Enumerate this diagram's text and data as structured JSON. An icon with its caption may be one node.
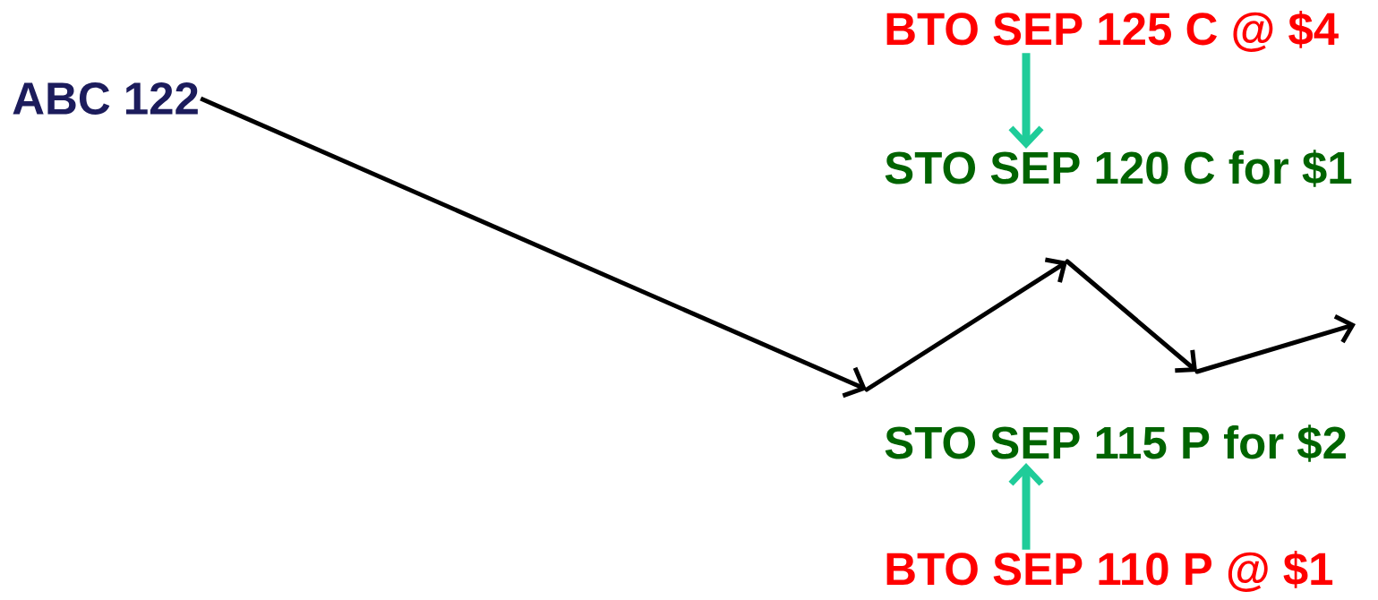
{
  "diagram": {
    "nodes": [
      {
        "text": [
          "ABC 122"
        ]
      },
      {
        "text": [
          "BTO SEP 125 C @ $4"
        ]
      },
      {
        "text": [
          "STO SEP 120 C for $1"
        ]
      },
      {
        "text": [
          "STO SEP 115 P for $2"
        ]
      },
      {
        "text": [
          "BTO SEP 110 P @ $1"
        ]
      }
    ],
    "edges": [
      {
        "from": 0,
        "to": null,
        "arrow": "to",
        "color": "#000000"
      },
      {
        "from": 1,
        "to": 2,
        "arrow": "to"
      },
      {
        "from": 4,
        "to": 3,
        "arrow": "to"
      }
    ]
  }
}
